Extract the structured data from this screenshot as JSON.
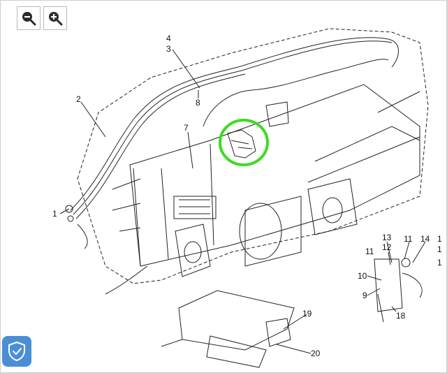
{
  "toolbar": {
    "zoom_out": {
      "icon": "zoom-out-icon"
    },
    "zoom_in": {
      "icon": "zoom-in-icon"
    }
  },
  "diagram": {
    "labels": {
      "l4": "4",
      "l3": "3",
      "l2": "2",
      "l8": "8",
      "l7": "7",
      "l1": "1",
      "l13": "13",
      "l12": "12",
      "l11a": "11",
      "l14": "14",
      "r1a": "1",
      "r1b": "1",
      "l11b": "11",
      "r1c": "1",
      "l10": "10",
      "l9": "9",
      "l18": "18",
      "l19": "19",
      "l20": "20"
    },
    "highlight_color": "#3ddc1f"
  },
  "security_badge": {
    "icon": "shield-check-icon",
    "color": "#4a8fd6"
  }
}
